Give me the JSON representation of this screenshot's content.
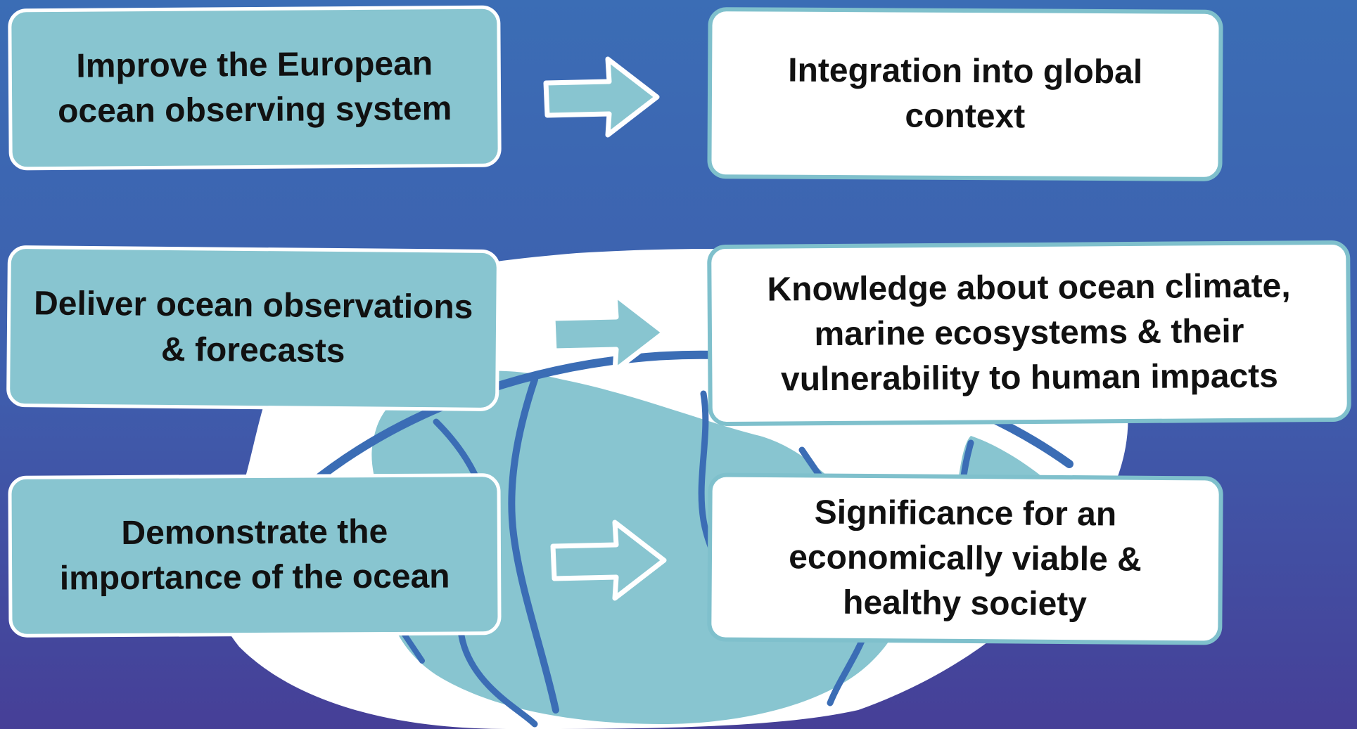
{
  "colors": {
    "background_top": "#3b6db5",
    "background_bottom": "#463f97",
    "goal_box_fill": "#88c5d0",
    "goal_box_border": "#ffffff",
    "result_box_fill": "#ffffff",
    "result_box_border": "#7fc0cc",
    "arrow_fill": "#88c5d0",
    "arrow_outline": "#ffffff",
    "globe_land": "#ffffff",
    "globe_ocean": "#88c5d0",
    "globe_lines": "#3b6db5"
  },
  "rows": [
    {
      "goal": "Improve the European ocean observing system",
      "result": "Integration into global context"
    },
    {
      "goal": "Deliver ocean observations & forecasts",
      "result": "Knowledge about ocean climate, marine ecosystems & their vulnerability to human impacts"
    },
    {
      "goal": "Demonstrate the importance of the ocean",
      "result": "Significance for an economically viable & healthy society"
    }
  ]
}
